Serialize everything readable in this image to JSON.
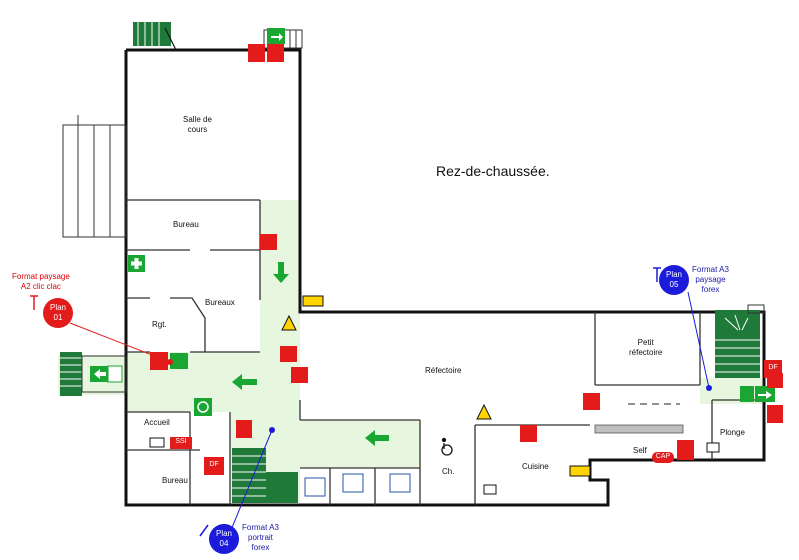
{
  "title": "Rez-de-chaussée.",
  "rooms": {
    "salle_de_cours": [
      "Salle de",
      "cours"
    ],
    "bureau_top": "Bureau",
    "bureaux": "Bureaux",
    "rgt": "Rgt.",
    "accueil": "Accueil",
    "bureau_bottom": "Bureau",
    "refectoire": "Réfectoire",
    "petit_refectoire": [
      "Petit",
      "réfectoire"
    ],
    "plonge": "Plonge",
    "self": "Self",
    "cuisine": "Cuisine",
    "ch": "Ch."
  },
  "tags": {
    "ssi": "SSI",
    "df": "DF",
    "cap": "CAP"
  },
  "plans": [
    {
      "label": [
        "Plan",
        "01"
      ],
      "note": [
        "Format paysage",
        "A2 clic clac"
      ],
      "color": "#e31b1b"
    },
    {
      "label": [
        "Plan",
        "04"
      ],
      "note": [
        "Format A3",
        "portrait",
        "forex"
      ],
      "color": "#1b1bd9"
    },
    {
      "label": [
        "Plan",
        "05"
      ],
      "note": [
        "Format A3",
        "paysage",
        "forex"
      ],
      "color": "#1b1bd9"
    }
  ],
  "icons": [
    "fire-extinguisher-icon",
    "exit-arrow-icon",
    "emergency-exit-icon",
    "first-aid-icon",
    "defibrillator-icon",
    "electrical-hazard-icon",
    "wheelchair-icon",
    "fire-alarm-icon",
    "stairs-icon",
    "you-are-here-icon"
  ],
  "colors": {
    "escape_route": "#e8f7e0",
    "exit_green": "#1aa632",
    "fire_red": "#e31b1b",
    "plan_blue": "#1b1bd9"
  }
}
